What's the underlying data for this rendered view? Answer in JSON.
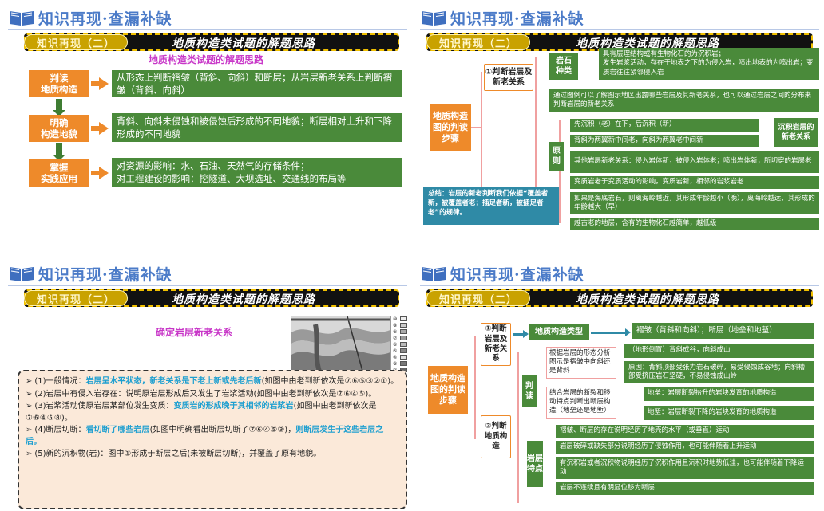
{
  "header": {
    "title": "知识再现·查漏补缺",
    "section_tag": "知识再现（二）",
    "ribbon": "地质构造类试题的解题思路"
  },
  "slide1": {
    "subtitle": "地质构造类试题的解题思路",
    "steps": [
      {
        "label": "判读\n地质构造",
        "text": "从形态上判断褶皱（背斜、向斜）和断层；从岩层新老关系上判断褶皱（背斜、向斜）"
      },
      {
        "label": "明确\n构造地貌",
        "text": "背斜、向斜未侵蚀和被侵蚀后形成的不同地貌；断层相对上升和下降形成的不同地貌"
      },
      {
        "label": "掌握\n实践应用",
        "text": "对资源的影响：水、石油、天然气的存储条件；\n对工程建设的影响：挖隧道、大坝选址、交通线的布局等"
      }
    ]
  },
  "slide2": {
    "root": "地质构造图的判读步骤",
    "branch1": "①判断岩层及新老关系",
    "rock_types": "岩石种类",
    "rock_text": "具有层理结构或有生物化石的为沉积岩；\n发生岩浆活动，存在于地表之下的为侵入岩，喷出地表的为喷出岩；变质岩往往紧邻侵入岩",
    "compare_text": "通过图例可以了解图示地区出露哪些岩层及其新老关系，也可以通过岩层之间的分布来判断岩层的新老关系",
    "principle": "原则",
    "p1": "先沉积（老）在下，后沉积（新）",
    "p2": "背斜为两翼新中间老，向斜为两翼老中间新",
    "p_side": "沉积岩层的新老关系",
    "p3": "其他岩层新老关系：侵入岩体新，被侵入岩体老；喷出岩体新，所切穿的岩层老",
    "p4": "变质岩老于变质活动的影响，变质岩新，相邻的岩浆岩老",
    "p5": "如果是海底岩石，则离海岭越近，其形成年龄越小（晚），离海岭越远，其形成的年龄越大（早）",
    "p6": "越古老的地层，含有的生物化石越简单，越低级",
    "summary": "总结：岩层的新老判断我们依据“覆盖者新，被覆盖者老；插足者新，被插足者老”的规律。"
  },
  "slide3": {
    "subtitle": "确定岩层新老关系",
    "legend": [
      "⑩",
      "⑨",
      "⑧",
      "⑦",
      "⑥",
      "⑤",
      "④",
      "③",
      "②",
      "①"
    ],
    "items": [
      {
        "pre": "(1)一般情况：",
        "hl": "岩层呈水平状态，新老关系是下老上新或先老后新",
        "post": "(如图中由老到新依次是⑦⑥⑤③②①)。"
      },
      {
        "pre": "(2)岩层中有侵入岩存在：说明原岩层形成后又发生了岩浆活动(如图中由老到新依次是⑦⑥④⑤)。",
        "hl": "",
        "post": ""
      },
      {
        "pre": "(3)岩浆活动使原岩层某部位发生变质：",
        "hl": "变质岩的形成晚于其相邻的岩浆岩",
        "post": "(如图中由老到新依次是⑦⑥④⑤⑧)。"
      },
      {
        "pre": "(4)断层切断：",
        "hl": "看切断了哪些岩层",
        "post": "(如图中明确看出断层切断了⑦⑥④⑤③)，",
        "hl2": "则断层发生于这些岩层之后。"
      },
      {
        "pre": "(5)新的沉积物(岩)：图中①形成于断层之后(未被断层切断)，并覆盖了原有地貌。",
        "hl": "",
        "post": ""
      }
    ]
  },
  "slide4": {
    "root": "地质构造图的判读步骤",
    "b1": "①判断岩层及新老关系",
    "b1_type": "地质构造类型",
    "b1_text": "褶皱（背斜和向斜）；断层（地垒和地堑）",
    "b2": "②判断地质构造",
    "judge": "判读",
    "j1": "根据岩层的形态分析图示是褶皱中向斜还是背斜",
    "j1a": "（地形倒置）背斜成谷，向斜成山",
    "j1b": "原因：背斜顶部受张力岩石破碎，易受侵蚀成谷地；向斜槽部受挤压岩石坚硬，不易侵蚀成山岭",
    "j2": "结合岩层的断裂和移动特点判断出断层构造（地垒还是地堑）",
    "j2a": "地垒：岩层断裂抬升的岩块发育的地质构造",
    "j2b": "地堑：岩层断裂下降的岩块发育的地质构造",
    "feature": "岩层特点",
    "f1": "褶皱、断层的存在说明经历了地壳的水平（或垂直）运动",
    "f2": "岩层破碎或缺失部分说明经历了侵蚀作用，也可能伴随着上升运动",
    "f3": "有沉积岩或者沉积物说明经历了沉积作用且沉积时地势低洼，也可能伴随着下降运动",
    "f4": "岩层不连续且有明显位移为断层"
  }
}
